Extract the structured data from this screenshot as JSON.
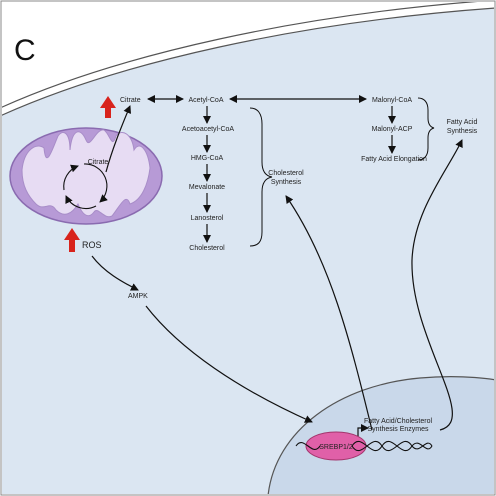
{
  "panel_letter": "C",
  "colors": {
    "cell_background": "#dbe6f2",
    "mitochondrion_fill": "#b79ad6",
    "mitochondrion_stroke": "#8a6bb0",
    "cristae_fill": "#e7dcf3",
    "nucleus_fill": "#c9d8ea",
    "srebp_fill": "#e060a8",
    "up_arrow": "#d8231c",
    "arrow": "#111111"
  },
  "icons": [
    "up-arrow-icon",
    "citrate-cycle-icon",
    "dna-helix-icon"
  ],
  "labels": {
    "citrate_cyto": "Citrate",
    "citrate_mito": "Citrate",
    "acetyl_coa": "Acetyl-CoA",
    "acetoacetyl_coa": "Acetoacetyl-CoA",
    "hmg_coa": "HMG-CoA",
    "mevalonate": "Mevalonate",
    "lanosterol": "Lanosterol",
    "cholesterol": "Cholesterol",
    "cholesterol_synthesis": [
      "Cholesterol",
      "Synthesis"
    ],
    "malonyl_coa": "Malonyl-CoA",
    "malonyl_acp": "Malonyl-ACP",
    "fatty_acid_elongation": "Fatty Acid Elongation",
    "fatty_acid_synthesis": [
      "Fatty Acid",
      "Synthesis"
    ],
    "ros": "ROS",
    "ampk": "AMPK",
    "srebp": "SREBP1/2",
    "enzymes": [
      "Fatty Acid/Cholesterol",
      "Synthesis Enzymes"
    ]
  }
}
